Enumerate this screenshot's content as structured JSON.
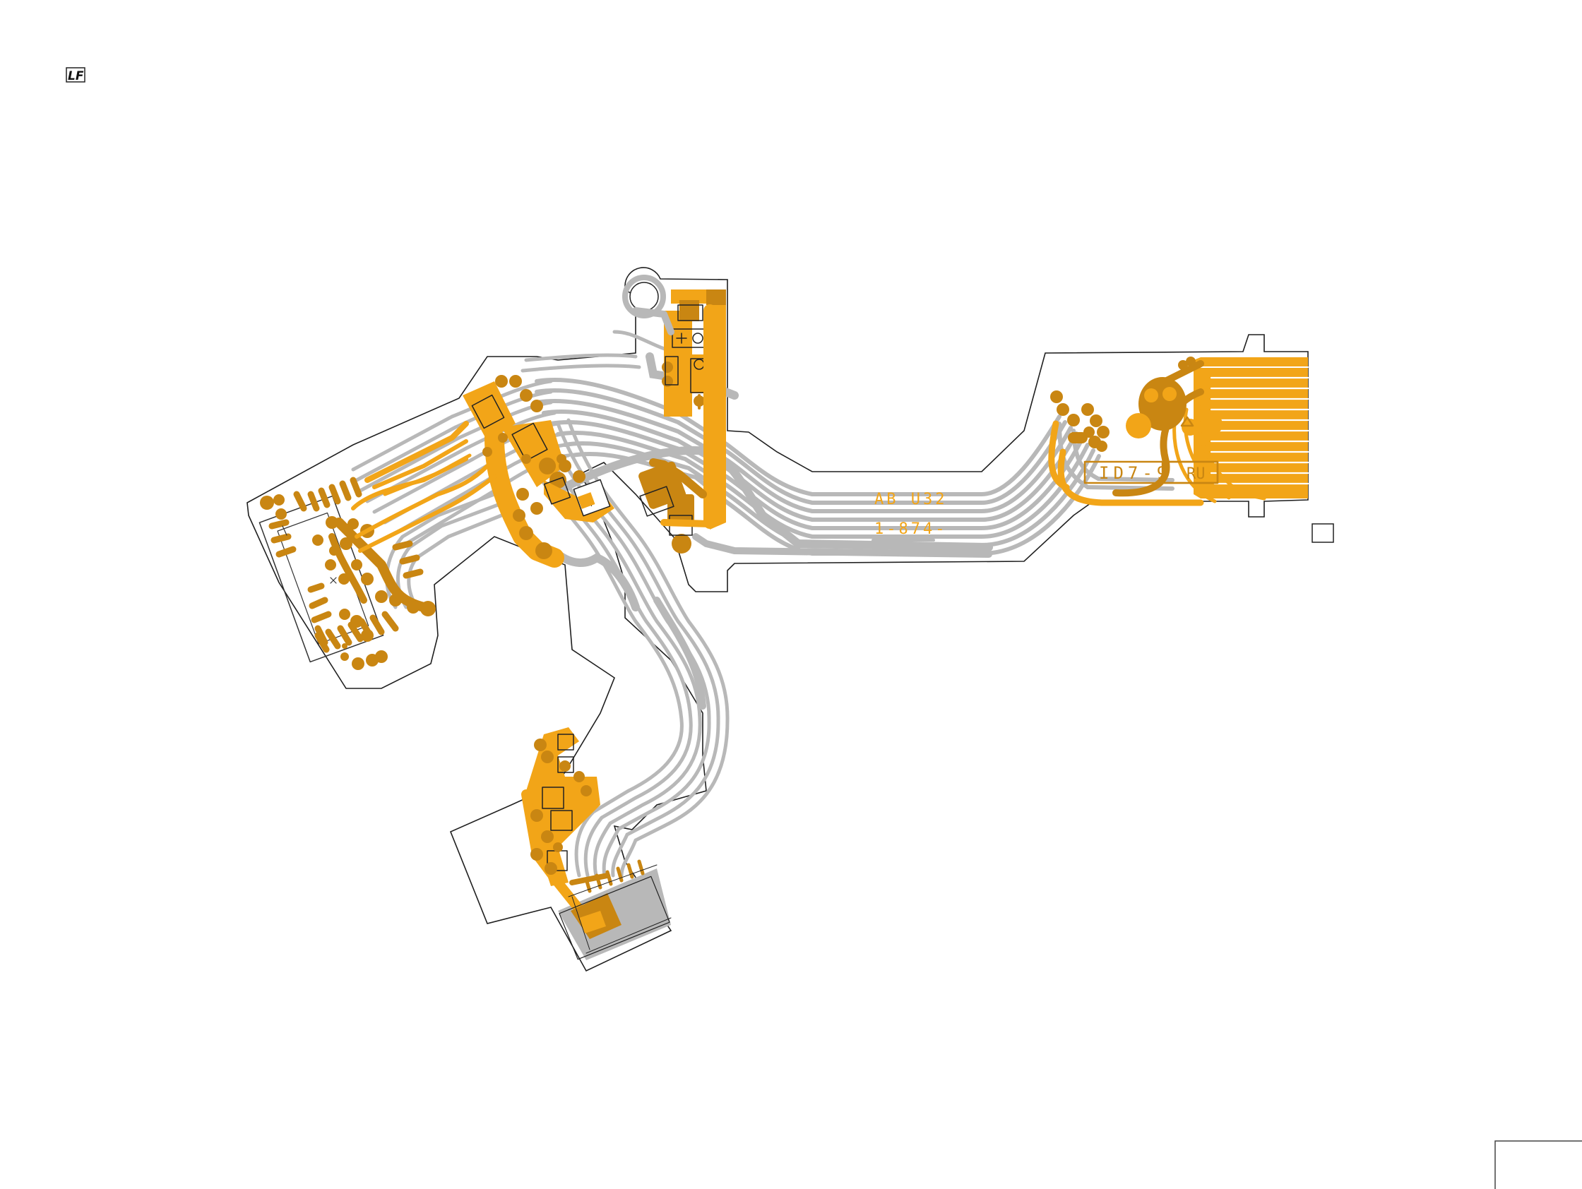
{
  "logo": {
    "text": "LF"
  },
  "board": {
    "label_main": "AB U32",
    "label_rev": "1-874-",
    "label_mirror": "ID7-9",
    "label_mirror_mark": "RU"
  },
  "colors": {
    "copper": "#F2A518",
    "copper_dark": "#C98612",
    "trace": "#B8B8B8",
    "outline": "#222222",
    "background": "#ffffff"
  },
  "icons": {
    "logo": "lf-logo-icon",
    "mount_hole": "mount-hole-icon",
    "test_square": "square-marker-icon"
  }
}
